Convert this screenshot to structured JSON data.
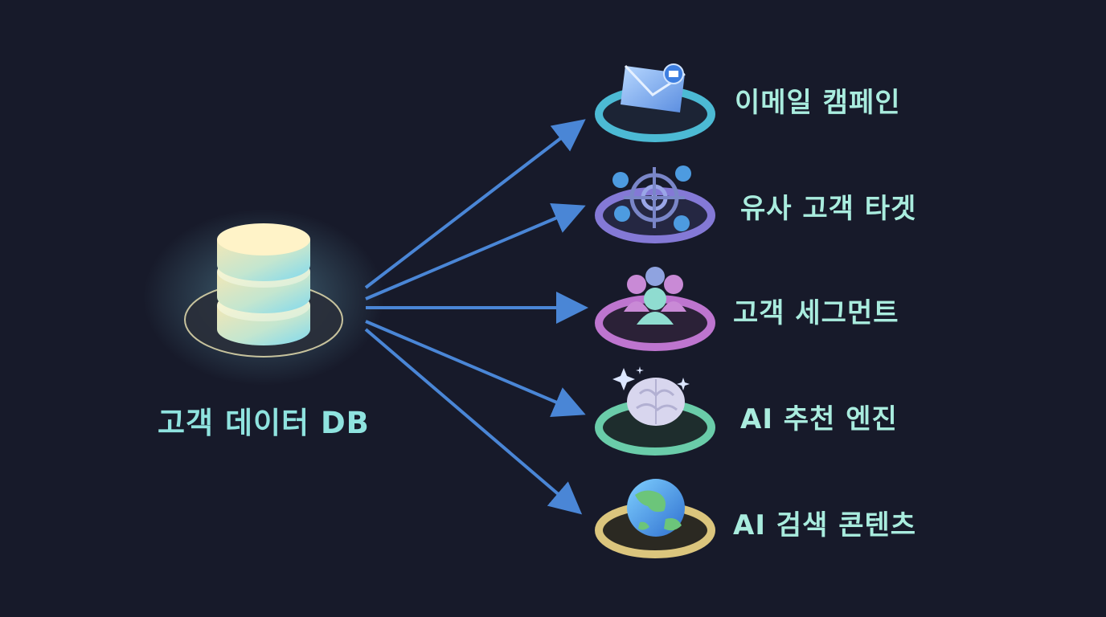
{
  "source": {
    "label": "고객 데이터 DB",
    "icon": "database-icon"
  },
  "targets": [
    {
      "id": "email",
      "label": "이메일 캠페인",
      "icon": "envelope-icon",
      "ring_color": "#4fc3de"
    },
    {
      "id": "similar",
      "label": "유사 고객 타겟",
      "icon": "target-icon",
      "ring_color": "#8a7fe0"
    },
    {
      "id": "segment",
      "label": "고객 세그먼트",
      "icon": "people-icon",
      "ring_color": "#c77ad8"
    },
    {
      "id": "reco",
      "label": "AI 추천 엔진",
      "icon": "brain-icon",
      "ring_color": "#6fd6b0"
    },
    {
      "id": "search",
      "label": "AI 검색 콘텐츠",
      "icon": "globe-icon",
      "ring_color": "#e6cf82"
    }
  ],
  "colors": {
    "background": "#171a2a",
    "arrow": "#4a86d6",
    "label": "#a9ecde"
  }
}
